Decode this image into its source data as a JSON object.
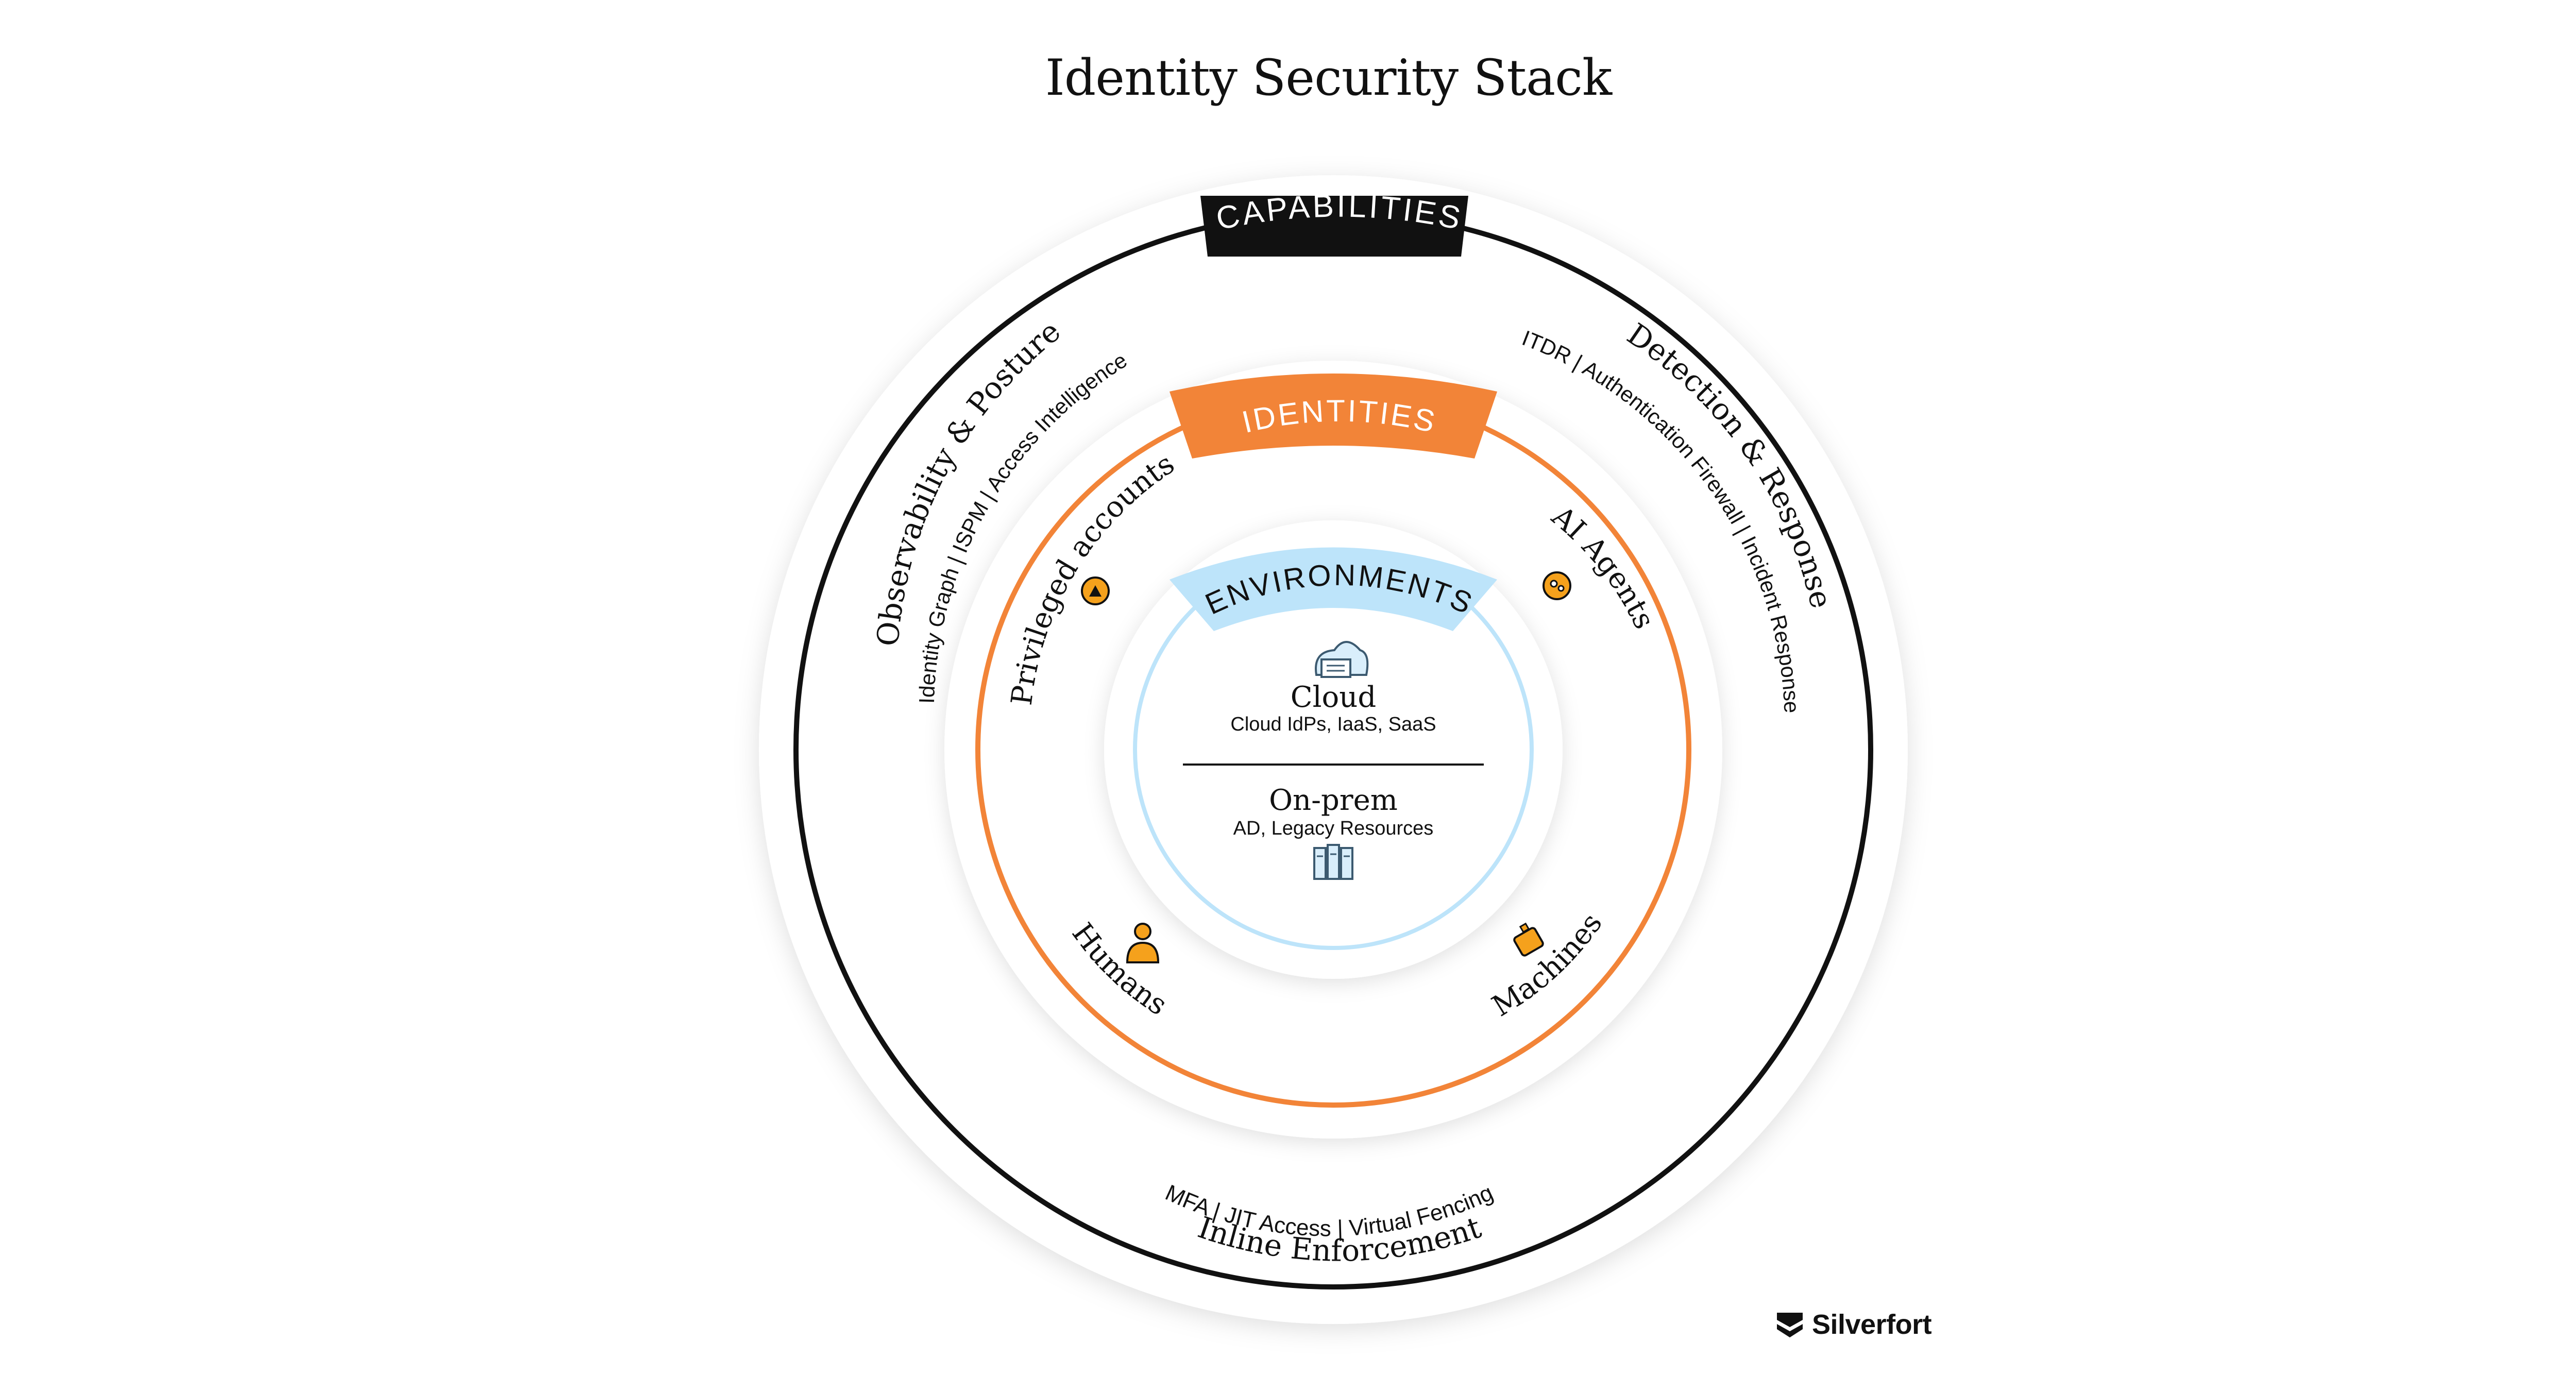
{
  "title": "Identity Security Stack",
  "capabilities": {
    "badge": "CAPABILITIES",
    "observability": {
      "heading": "Observability & Posture",
      "items": [
        "Identity Graph",
        "ISPM",
        "Access Intelligence"
      ]
    },
    "detection": {
      "heading": "Detection & Response",
      "items": [
        "ITDR",
        "Authentication Firewall",
        "Incident Response"
      ]
    },
    "enforcement": {
      "heading": "Inline Enforcement",
      "items": [
        "MFA",
        "JIT Access",
        "Virtual Fencing"
      ]
    }
  },
  "identities": {
    "badge": "IDENTITIES",
    "privileged": "Privileged accounts",
    "ai_agents": "AI Agents",
    "humans": "Humans",
    "machines": "Machines"
  },
  "environments": {
    "badge": "ENVIRONMENTS",
    "cloud": {
      "title": "Cloud",
      "subtitle": "Cloud IdPs, IaaS, SaaS"
    },
    "onprem": {
      "title": "On-prem",
      "subtitle": "AD, Legacy Resources"
    }
  },
  "brand": "Silverfort",
  "colors": {
    "orange": "#F28438",
    "light_blue": "#BDE4FA",
    "black": "#111111",
    "icon_orange": "#F5A11C"
  }
}
